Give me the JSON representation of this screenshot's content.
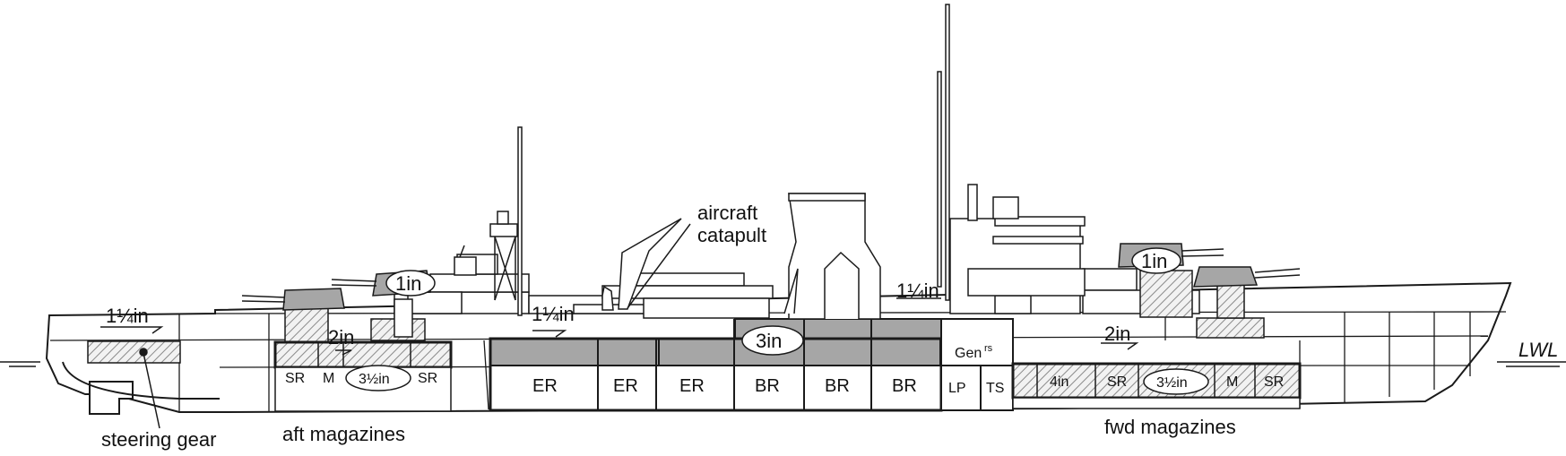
{
  "annotations": {
    "aircraft_catapult_line1": "aircraft",
    "aircraft_catapult_line2": "catapult",
    "steering_gear": "steering gear",
    "aft_magazines": "aft magazines",
    "fwd_magazines": "fwd magazines",
    "waterline": "LWL"
  },
  "armour": {
    "aft_deck": "1¼in",
    "aft_turret_roof": "1in",
    "aft_magazine_deck": "2in",
    "aft_magazine_side": "3½in",
    "mid_deck": "1¼in",
    "machinery_belt": "3in",
    "fwd_deck": "1¼in",
    "fwd_turret_roof": "1in",
    "fwd_magazine_deck": "2in",
    "fwd_magazine_side": "3½in",
    "fwd_4in": "4in"
  },
  "compartments": {
    "aft": [
      "SR",
      "M",
      "SR"
    ],
    "engine_rooms": [
      "ER",
      "ER",
      "ER"
    ],
    "boiler_rooms": [
      "BR",
      "BR",
      "BR"
    ],
    "generators": "Gen",
    "generators_sup": "rs",
    "lp": "LP",
    "ts": "TS",
    "fwd": [
      "SR",
      "M",
      "SR"
    ]
  },
  "colors": {
    "armour_fill": "#a6a6a6",
    "line": "#1a1a1a",
    "hatch": "#888888"
  }
}
